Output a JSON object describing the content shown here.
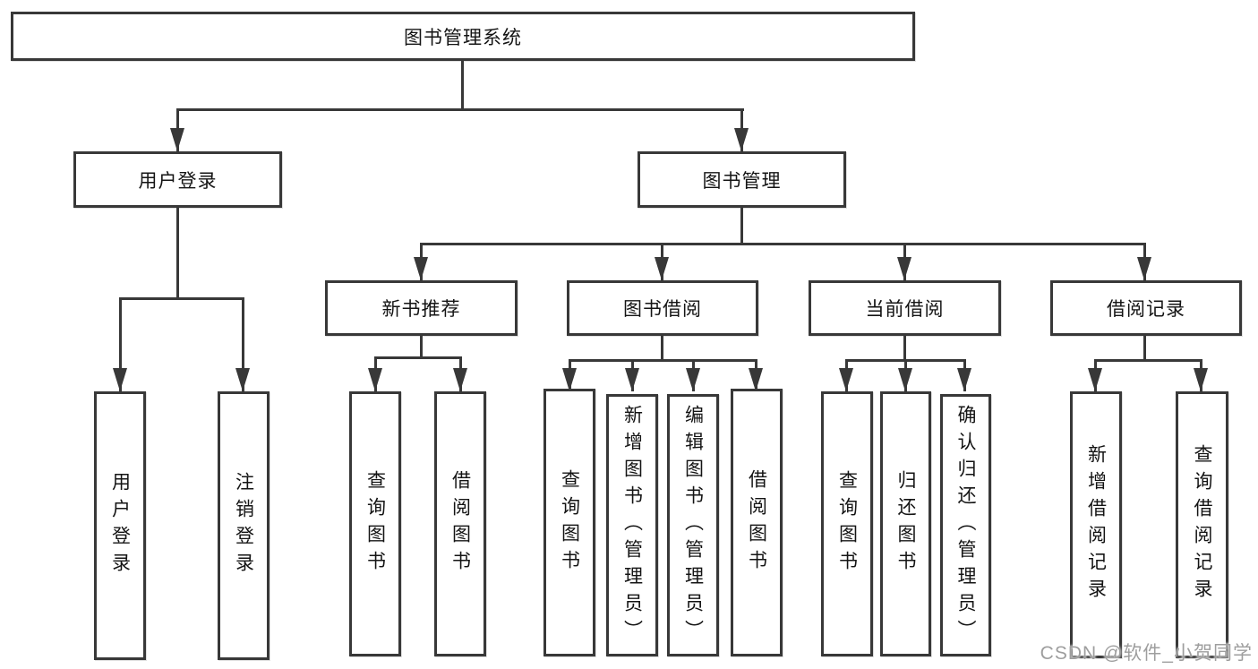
{
  "diagram": {
    "type": "tree-flowchart",
    "root": {
      "label": "图书管理系统"
    },
    "branches": [
      {
        "label": "用户登录",
        "leaves": [
          {
            "label": "用户登录"
          },
          {
            "label": "注销登录"
          }
        ]
      },
      {
        "label": "图书管理",
        "children": [
          {
            "label": "新书推荐",
            "leaves": [
              {
                "label": "查询图书"
              },
              {
                "label": "借阅图书"
              }
            ]
          },
          {
            "label": "图书借阅",
            "leaves": [
              {
                "label": "查询图书"
              },
              {
                "label": "新增图书（管理员）"
              },
              {
                "label": "编辑图书（管理员）"
              },
              {
                "label": "借阅图书"
              }
            ]
          },
          {
            "label": "当前借阅",
            "leaves": [
              {
                "label": "查询图书"
              },
              {
                "label": "归还图书"
              },
              {
                "label": "确认归还（管理员）"
              }
            ]
          },
          {
            "label": "借阅记录",
            "leaves": [
              {
                "label": "新增借阅记录"
              },
              {
                "label": "查询借阅记录"
              }
            ]
          }
        ]
      }
    ]
  },
  "colors": {
    "line": "#383838",
    "text": "#141414",
    "background": "#ffffff",
    "watermark": "#9e9e9e"
  },
  "watermark": {
    "text": "CSDN @软件_小贺同学"
  }
}
